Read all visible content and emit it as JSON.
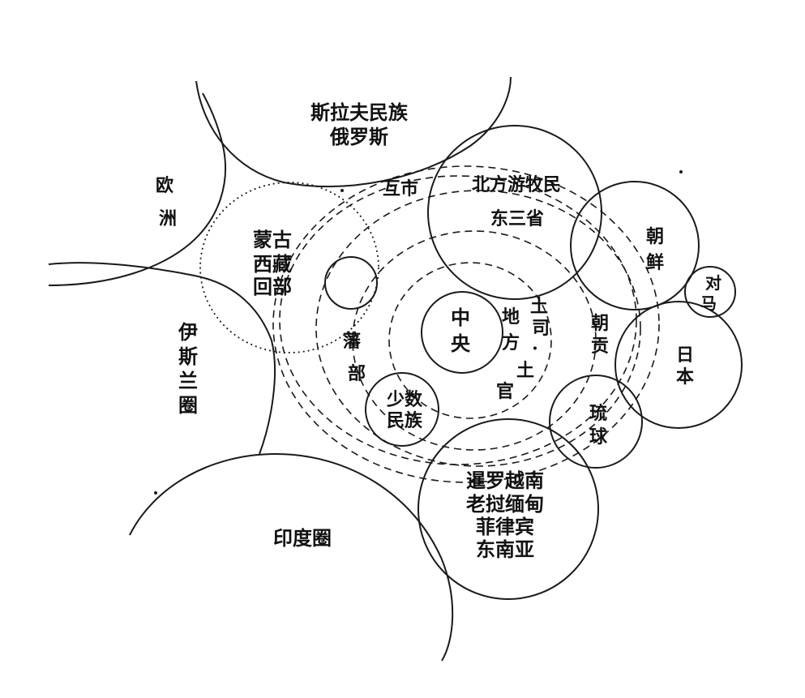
{
  "labels": {
    "slavs": [
      "斯拉夫民族",
      "俄罗斯"
    ],
    "europe": [
      "欧",
      "洲"
    ],
    "mutual_market": "互市",
    "northern_nomads": "北方游牧民",
    "three_provinces": "东三省",
    "korea": [
      "朝",
      "鲜"
    ],
    "tsushima": [
      "对",
      "马"
    ],
    "mongolia_tibet": [
      "蒙古",
      "西藏",
      "回部"
    ],
    "islam": [
      "伊",
      "斯",
      "兰",
      "圈"
    ],
    "center": [
      "中",
      "央"
    ],
    "local": [
      "地",
      "方"
    ],
    "tusi": [
      "土",
      "司",
      "·",
      "土",
      "官"
    ],
    "tribute": [
      "朝",
      "贡"
    ],
    "japan": [
      "日",
      "本"
    ],
    "fan_bu": [
      "藩",
      "部"
    ],
    "minorities": [
      "少数",
      "民族"
    ],
    "ryukyu": [
      "琉",
      "球"
    ],
    "southeast_asia": [
      "暹罗越南",
      "老挝缅甸",
      "菲律宾",
      "东南亚"
    ],
    "india": "印度圈"
  }
}
